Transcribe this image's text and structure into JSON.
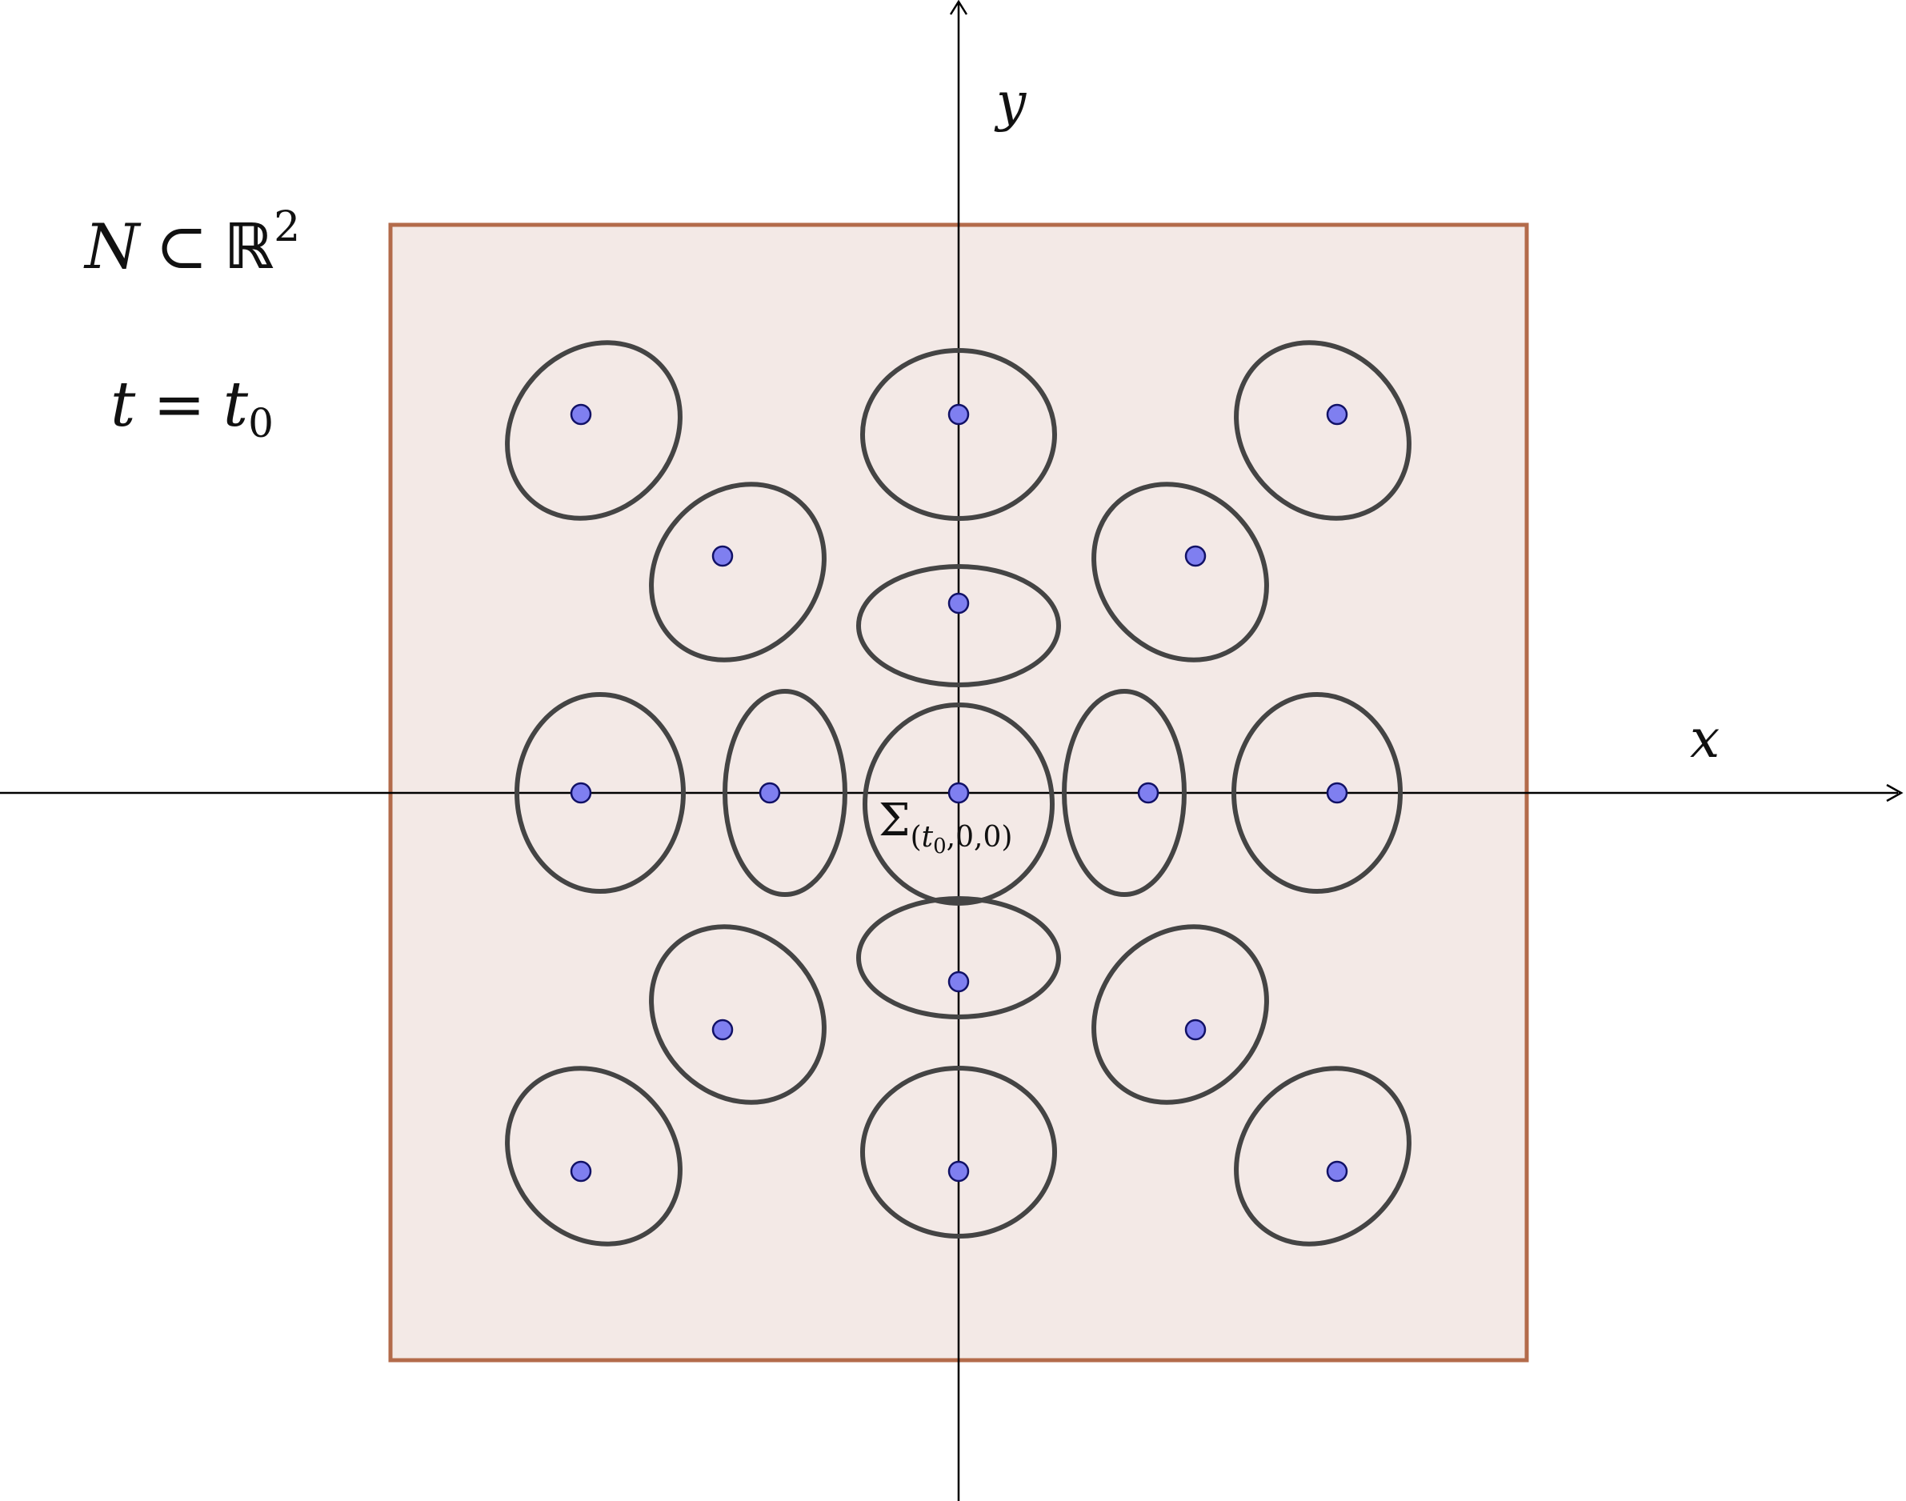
{
  "colors": {
    "region_fill": "#f3e9e6",
    "region_stroke": "#b36b4b",
    "ellipse_stroke": "#444444",
    "point_fill": "#7f7ff0",
    "point_stroke": "#111166",
    "axis": "#000000"
  },
  "labels": {
    "x_axis": "x",
    "y_axis": "y",
    "region": {
      "N": "N",
      "subset": "⊂",
      "R": "ℝ",
      "exp": "2"
    },
    "time": {
      "t": "t",
      "eq": "=",
      "t0": "t",
      "t0_sub": "0"
    },
    "sigma": {
      "sym": "Σ",
      "sub_open": "(",
      "sub_t": "t",
      "sub_t_sub": "0",
      "sub_rest": ",0,0)"
    }
  }
}
